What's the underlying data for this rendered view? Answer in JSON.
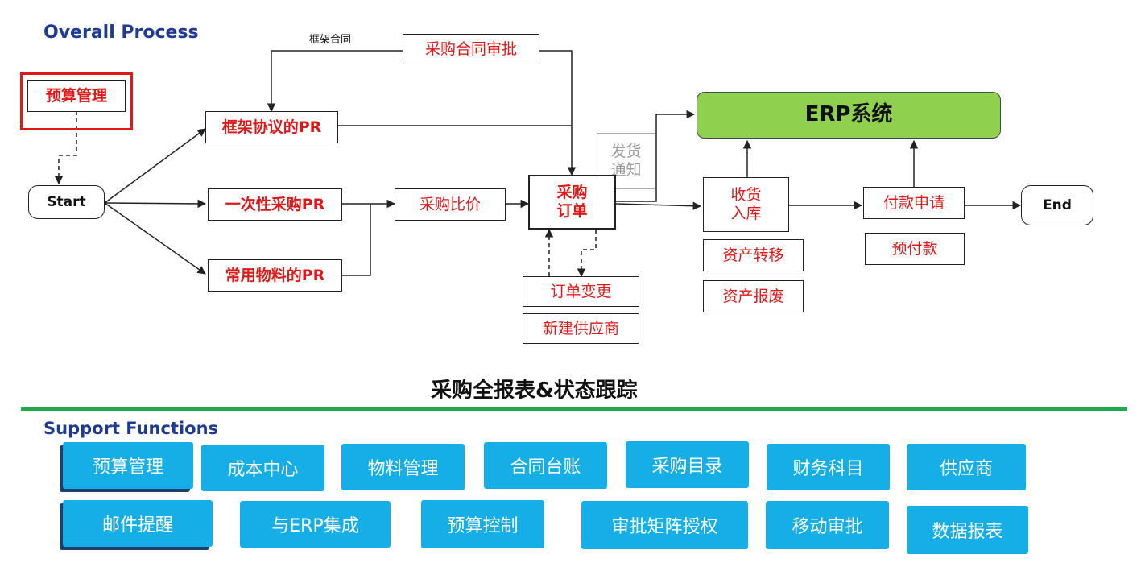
{
  "headings": {
    "overall_process": "Overall Process",
    "support_functions": "Support Functions"
  },
  "report_title": "采购全报表&状态跟踪",
  "nodes": {
    "budget": "预算管理",
    "start": "Start",
    "framework_pr": "框架协议的PR",
    "one_time_pr": "一次性采购PR",
    "common_material_pr": "常用物料的PR",
    "contract_approval": "采购合同审批",
    "price_compare": "采购比价",
    "purchase_order": "采购\n订单",
    "delivery_notice": "发货\n通知",
    "order_change": "订单变更",
    "new_supplier": "新建供应商",
    "erp_system": "ERP系统",
    "receiving": "收货\n入库",
    "asset_transfer": "资产转移",
    "asset_scrap": "资产报废",
    "payment_request": "付款申请",
    "prepayment": "预付款",
    "end": "End"
  },
  "edge_labels": {
    "framework_contract": "框架合同"
  },
  "colors": {
    "heading": "#1f3a93",
    "step_text": "#e01818",
    "erp_fill": "#8fd14f",
    "support_fill": "#15aee6",
    "divider": "#1fa84a"
  },
  "support_functions": {
    "row1": [
      "预算管理",
      "成本中心",
      "物料管理",
      "合同台账",
      "采购目录",
      "财务科目",
      "供应商"
    ],
    "row2": [
      "邮件提醒",
      "与ERP集成",
      "预算控制",
      "审批矩阵授权",
      "移动审批",
      "数据报表"
    ]
  }
}
